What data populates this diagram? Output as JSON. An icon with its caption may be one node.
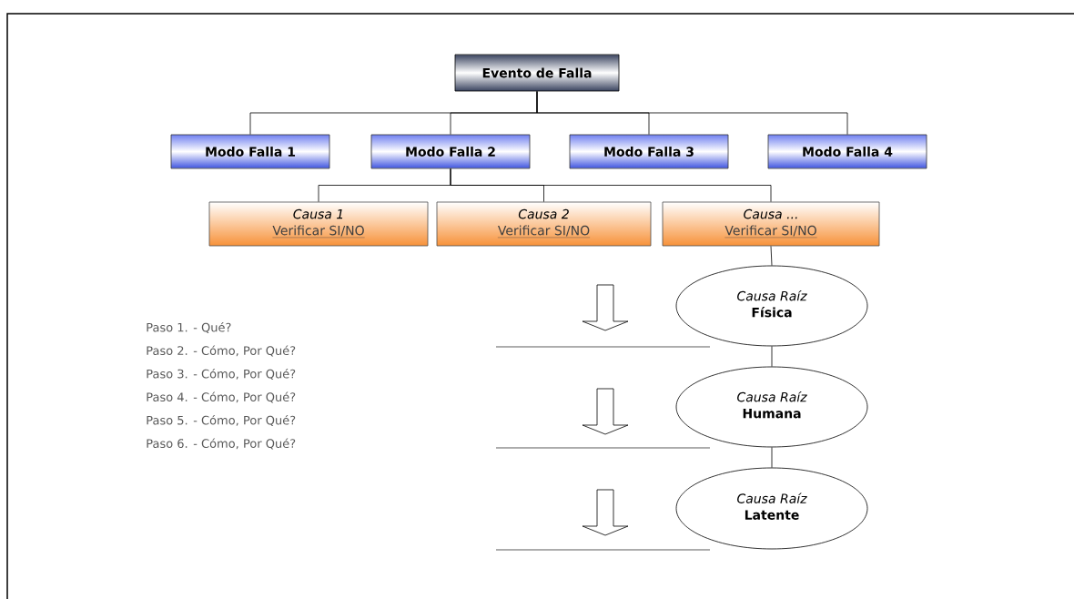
{
  "diagram": {
    "nodes": [
      {
        "text": [
          "Evento de Falla"
        ]
      },
      {
        "text": [
          "Modo Falla 1"
        ]
      },
      {
        "text": [
          "Modo Falla 2"
        ]
      },
      {
        "text": [
          "Modo Falla 3"
        ]
      },
      {
        "text": [
          "Modo Falla 4"
        ]
      },
      {
        "text": [
          "Causa 1",
          "Verificar SI/NO"
        ]
      },
      {
        "text": [
          "Causa 2",
          "Verificar SI/NO"
        ]
      },
      {
        "text": [
          "Causa ...",
          "Verificar SI/NO"
        ]
      },
      {
        "text": [
          "Causa Raíz",
          "Física"
        ]
      },
      {
        "text": [
          "Causa Raíz",
          "Humana"
        ]
      },
      {
        "text": [
          "Causa Raíz",
          "Latente"
        ]
      }
    ],
    "edges": [
      {
        "from": 0,
        "to": 1,
        "arrow": "none"
      },
      {
        "from": 0,
        "to": 2,
        "arrow": "none"
      },
      {
        "from": 0,
        "to": 3,
        "arrow": "none"
      },
      {
        "from": 0,
        "to": 4,
        "arrow": "none"
      },
      {
        "from": 2,
        "to": 5,
        "arrow": "none"
      },
      {
        "from": 2,
        "to": 6,
        "arrow": "none"
      },
      {
        "from": 2,
        "to": 7,
        "arrow": "none"
      },
      {
        "from": 7,
        "to": 8,
        "arrow": "none"
      },
      {
        "from": 8,
        "to": 9,
        "arrow": "none"
      },
      {
        "from": 9,
        "to": 10,
        "arrow": "none"
      }
    ],
    "labels": [
      "Paso 1.   - Qué?",
      "Paso 2.   - Cómo, Por Qué?",
      "Paso 3.   - Cómo, Por Qué?",
      "Paso 4.   - Cómo, Por Qué?",
      "Paso 5.   - Cómo, Por Qué?",
      "Paso 6.   - Cómo, Por Qué?"
    ]
  }
}
